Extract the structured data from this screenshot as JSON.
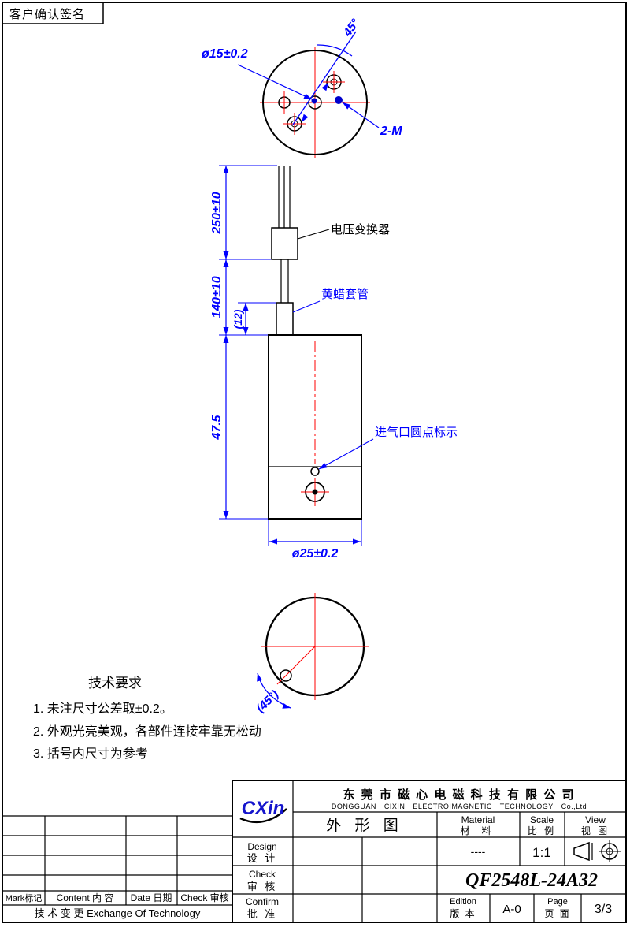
{
  "colors": {
    "outline": "#000000",
    "centerline": "#ff0000",
    "dimension": "#0000ff",
    "logo_blue": "#1515cc"
  },
  "signature": {
    "label": "客户确认签名"
  },
  "top_view": {
    "angle": "45°",
    "bolt_circle_dia": "ø15±0.2",
    "holes_label": "2-M"
  },
  "front_view": {
    "dim_250": "250±10",
    "dim_140": "140±10",
    "dim_12": "(12)",
    "dim_47": "47.5",
    "dim_dia": "ø25±0.2",
    "label_converter": "电压变换器",
    "label_sleeve": "黄蜡套管",
    "label_inlet": "进气口圆点标示"
  },
  "bottom_view": {
    "angle": "(45°)"
  },
  "tech_requirements": {
    "title": "技术要求",
    "item1": "1. 未注尺寸公差取±0.2。",
    "item2": "2. 外观光亮美观，各部件连接牢靠无松动",
    "item3": "3. 括号内尺寸为参考"
  },
  "title_block": {
    "logo": "CXin",
    "company_cn": "东 莞 市 磁 心 电 磁 科 技 有 限 公 司",
    "company_en": "DONGGUAN CIXIN ELECTROIMAGNETIC TECHNOLOGY Co.,Ltd",
    "drawing_name": "外 形 图",
    "material_en": "Material",
    "material_cn": "材 料",
    "scale_en": "Scale",
    "scale_cn": "比 例",
    "view_en": "View",
    "view_cn": "视 图",
    "material_value": "----",
    "scale_value": "1:1",
    "design_en": "Design",
    "design_cn": "设 计",
    "check_en": "Check",
    "check_cn": "审 核",
    "confirm_en": "Confirm",
    "confirm_cn": "批 准",
    "part_number": "QF2548L-24A32",
    "edition_en": "Edition",
    "edition_cn": "版 本",
    "edition_value": "A-0",
    "page_en": "Page",
    "page_cn": "页 面",
    "page_value": "3/3"
  },
  "revision_table": {
    "col_mark": "Mark标记",
    "col_content": "Content 内 容",
    "col_date": "Date 日期",
    "col_check": "Check 审核",
    "footer": "技 术 变 更  Exchange Of Technology"
  }
}
